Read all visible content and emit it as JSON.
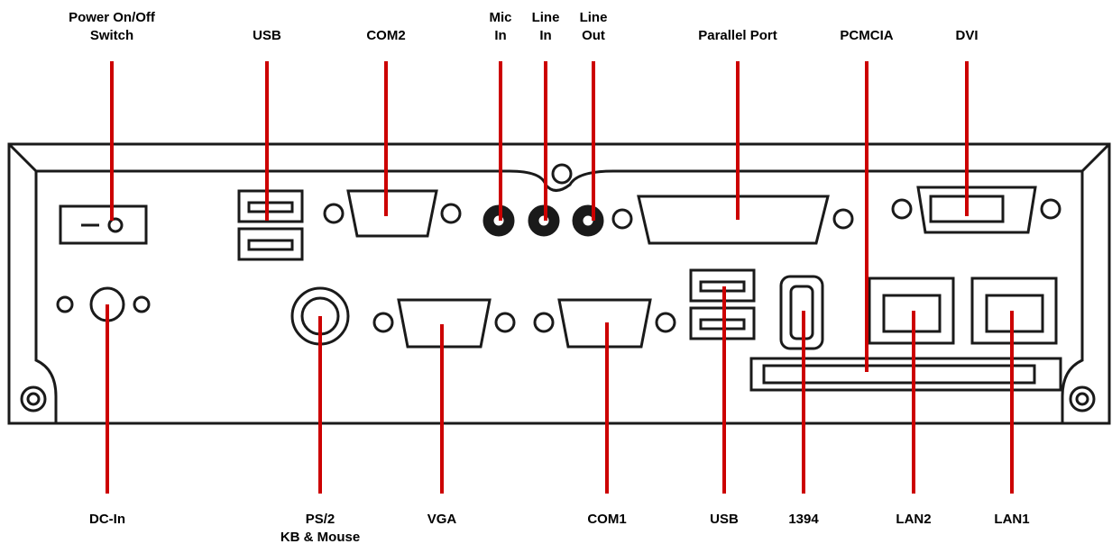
{
  "top_labels": [
    {
      "id": "power",
      "lines": [
        "Power On/Off",
        "Switch"
      ]
    },
    {
      "id": "usb-top",
      "lines": [
        "USB"
      ]
    },
    {
      "id": "com2",
      "lines": [
        "COM2"
      ]
    },
    {
      "id": "mic",
      "lines": [
        "Mic",
        "In"
      ]
    },
    {
      "id": "linein",
      "lines": [
        "Line",
        "In"
      ]
    },
    {
      "id": "lineout",
      "lines": [
        "Line",
        "Out"
      ]
    },
    {
      "id": "parallel",
      "lines": [
        "Parallel Port"
      ]
    },
    {
      "id": "pcmcia",
      "lines": [
        "PCMCIA"
      ]
    },
    {
      "id": "dvi",
      "lines": [
        "DVI"
      ]
    }
  ],
  "bottom_labels": [
    {
      "id": "dcin",
      "lines": [
        "DC-In"
      ]
    },
    {
      "id": "ps2",
      "lines": [
        "PS/2",
        "KB & Mouse"
      ]
    },
    {
      "id": "vga",
      "lines": [
        "VGA"
      ]
    },
    {
      "id": "com1",
      "lines": [
        "COM1"
      ]
    },
    {
      "id": "usb-bottom",
      "lines": [
        "USB"
      ]
    },
    {
      "id": "ieee1394",
      "lines": [
        "1394"
      ]
    },
    {
      "id": "lan2",
      "lines": [
        "LAN2"
      ]
    },
    {
      "id": "lan1",
      "lines": [
        "LAN1"
      ]
    }
  ],
  "colors": {
    "leader": "#cc0000",
    "outline": "#1a1a1a",
    "panel": "#ffffff"
  }
}
